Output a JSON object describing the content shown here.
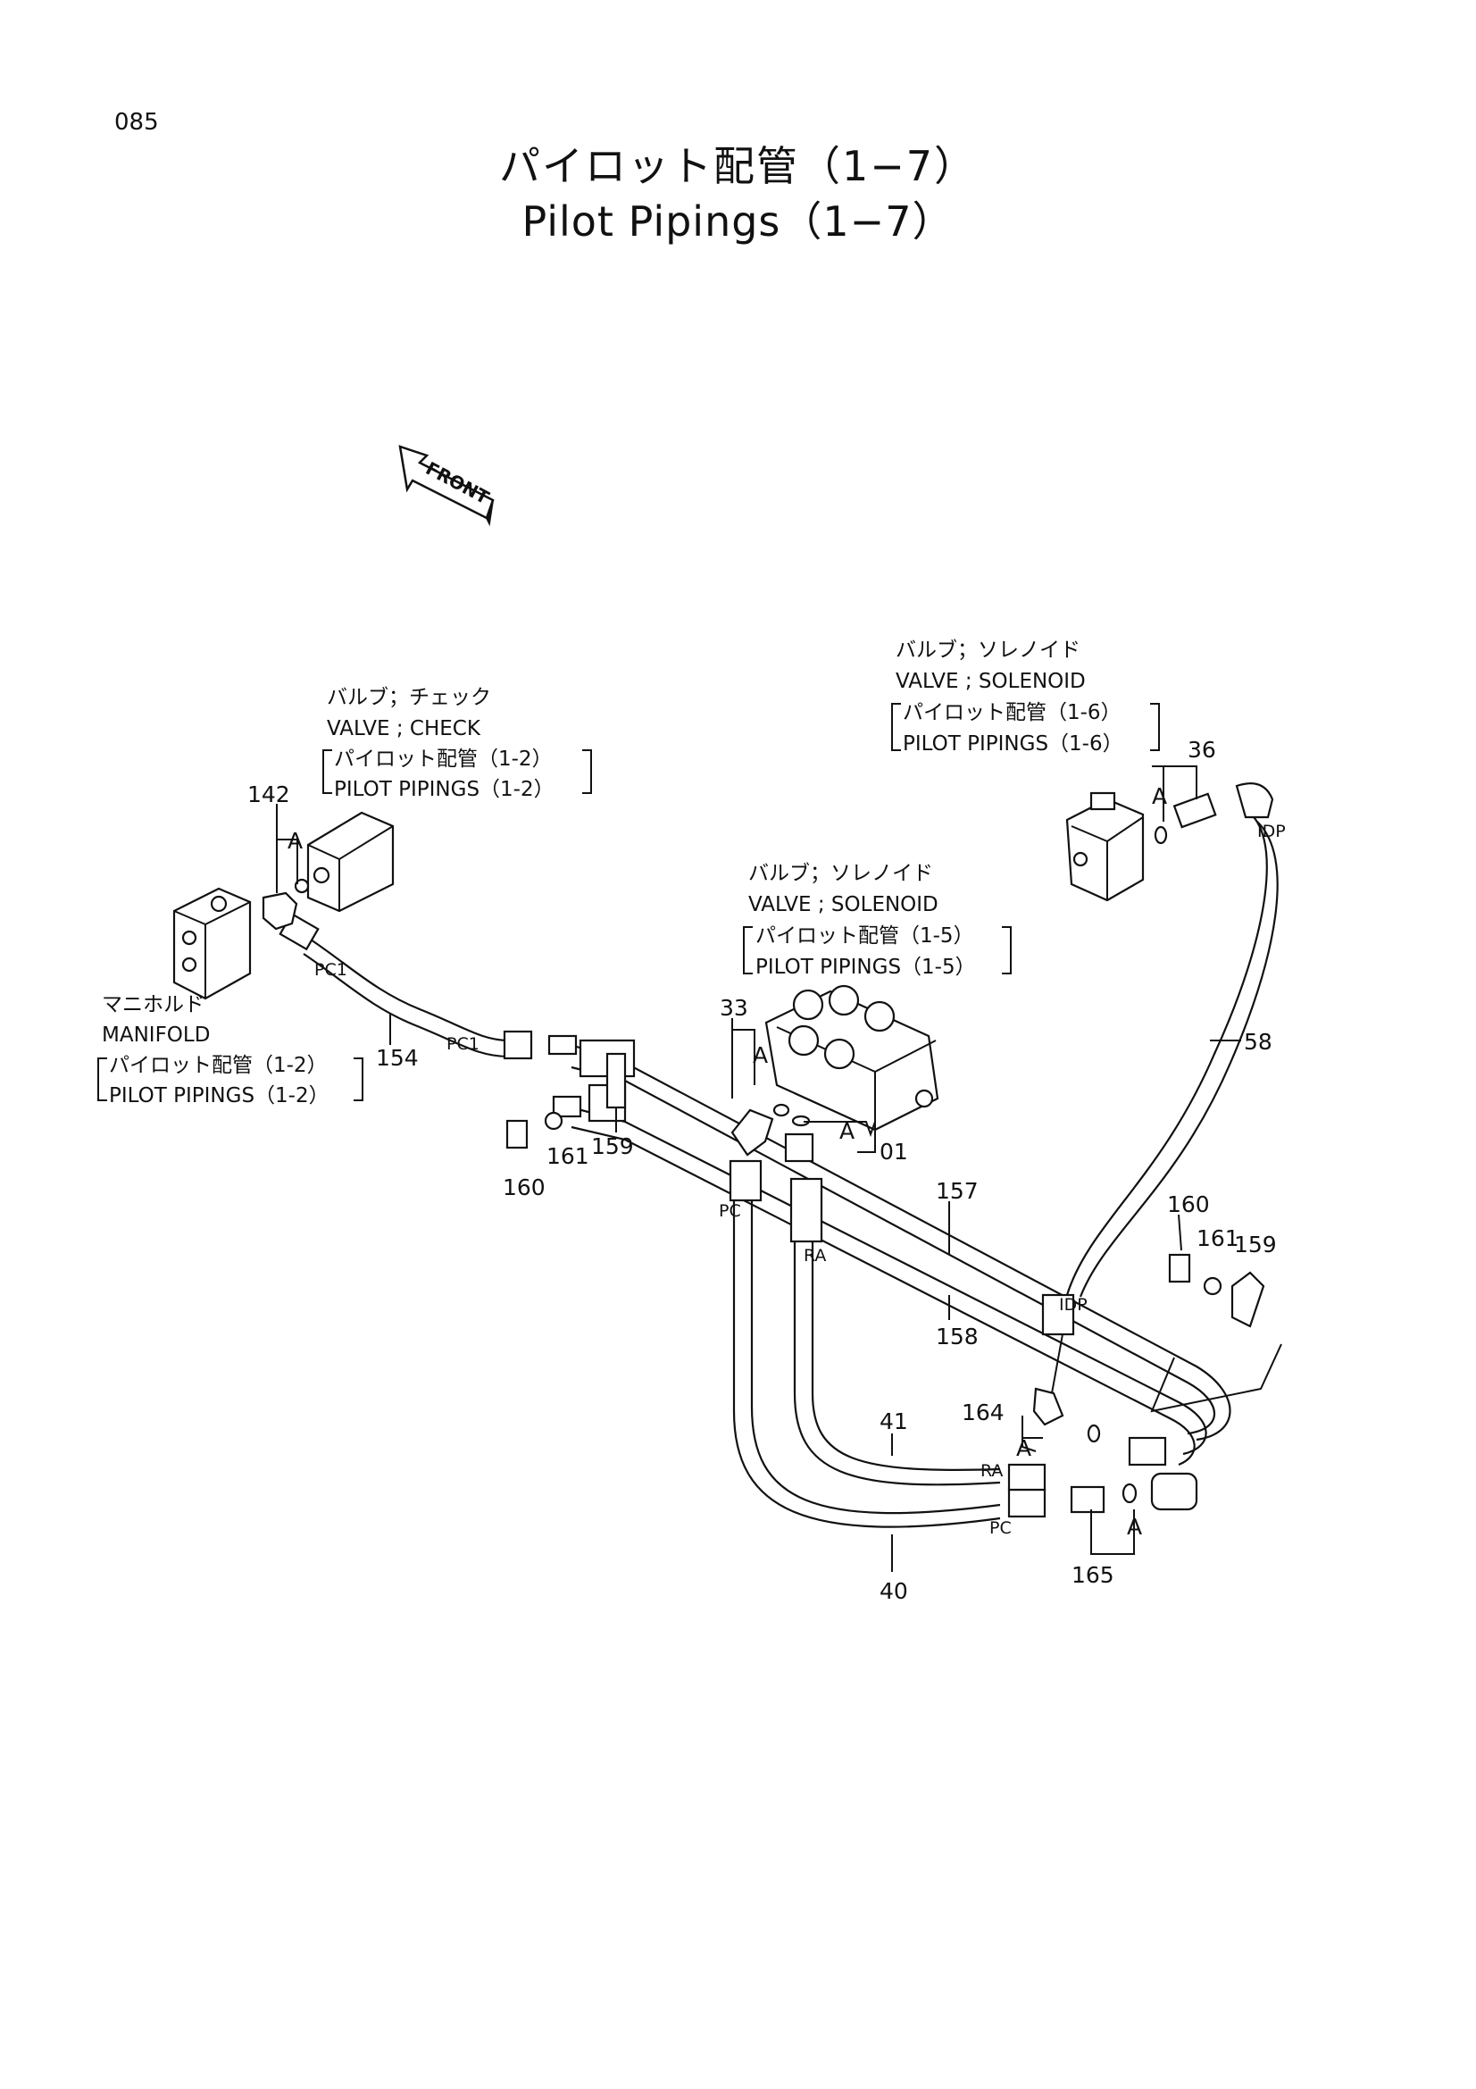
{
  "page_number": "085",
  "title_jp": "パイロット配管（1−7）",
  "title_en": "Pilot Pipings（1−7）",
  "front_label": "FRONT",
  "callouts": {
    "check_valve": {
      "jp": "バルブ；チェック",
      "en": "VALVE ; CHECK",
      "ref_jp": "パイロット配管（1-2）",
      "ref_en": "PILOT PIPINGS（1-2）"
    },
    "manifold": {
      "jp": "マニホルド",
      "en": "MANIFOLD",
      "ref_jp": "パイロット配管（1-2）",
      "ref_en": "PILOT PIPINGS（1-2）"
    },
    "solenoid_valve_1": {
      "jp": "バルブ；ソレノイド",
      "en": "VALVE ; SOLENOID",
      "ref_jp": "パイロット配管（1-5）",
      "ref_en": "PILOT PIPINGS（1-5）"
    },
    "solenoid_valve_2": {
      "jp": "バルブ；ソレノイド",
      "en": "VALVE ; SOLENOID",
      "ref_jp": "パイロット配管（1-6）",
      "ref_en": "PILOT PIPINGS（1-6）"
    }
  },
  "part_numbers": {
    "p01": "01",
    "p33": "33",
    "p36": "36",
    "p40": "40",
    "p41": "41",
    "p58": "58",
    "p142": "142",
    "p154": "154",
    "p157": "157",
    "p158": "158",
    "p159a": "159",
    "p159b": "159",
    "p160a": "160",
    "p160b": "160",
    "p161a": "161",
    "p161b": "161",
    "p164": "164",
    "p165": "165"
  },
  "port_tags": {
    "pc1_a": "PC1",
    "pc1_b": "PC1",
    "pc_a": "PC",
    "pc_b": "PC",
    "ra_a": "RA",
    "ra_b": "RA",
    "idp_a": "IDP",
    "idp_b": "IDP"
  },
  "detail_mark": "A"
}
